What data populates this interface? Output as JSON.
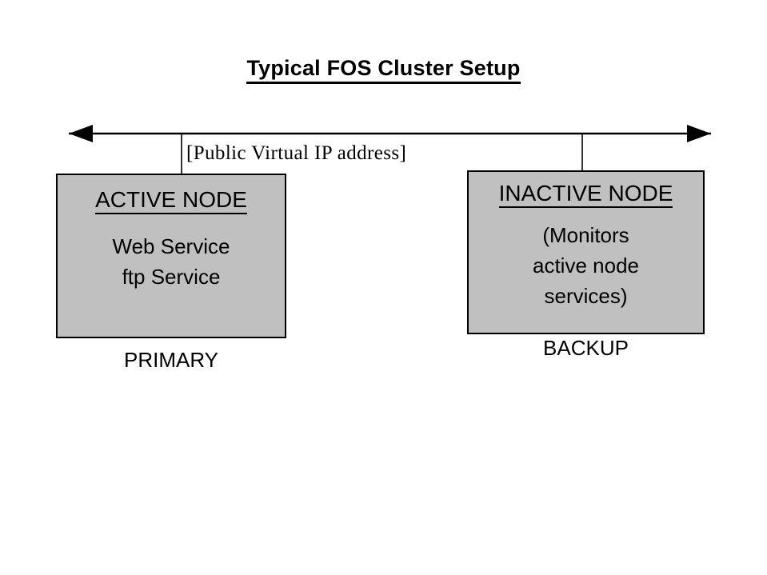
{
  "diagram": {
    "title": "Typical FOS Cluster Setup",
    "network": {
      "vip_label": "[Public Virtual IP address]",
      "arrow_left_label": "left-arrowhead",
      "arrow_right_label": "right-arrowhead"
    },
    "nodes": [
      {
        "id": "active",
        "heading": "ACTIVE NODE",
        "lines": [
          "Web Service",
          "ftp Service"
        ],
        "role_caption": "PRIMARY"
      },
      {
        "id": "inactive",
        "heading": "INACTIVE NODE",
        "lines": [
          "(Monitors",
          "active node",
          "services)"
        ],
        "role_caption": "BACKUP"
      }
    ],
    "colors": {
      "background": "#ffffff",
      "box_fill": "#c0c0c0",
      "stroke": "#000000",
      "text": "#000000"
    }
  }
}
